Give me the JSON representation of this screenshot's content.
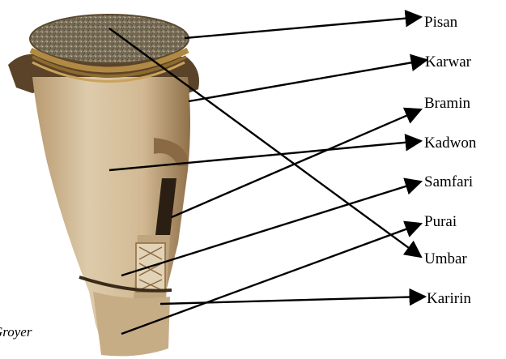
{
  "labels": {
    "pisan": "Pisan",
    "karwar": "Karwar",
    "bramin": "Bramin",
    "kadwon": "Kadwon",
    "samfari": "Samfari",
    "purai": "Purai",
    "umbar": "Umbar",
    "karirin": "Karirin"
  },
  "credit": "Groyer",
  "colors": {
    "wood_light": "#d9c6a6",
    "wood_mid": "#c2a47b",
    "wood_dark": "#7a5a35",
    "skin_head": "#8c7f62",
    "rattan": "#b08a45",
    "arrow": "#000000"
  }
}
